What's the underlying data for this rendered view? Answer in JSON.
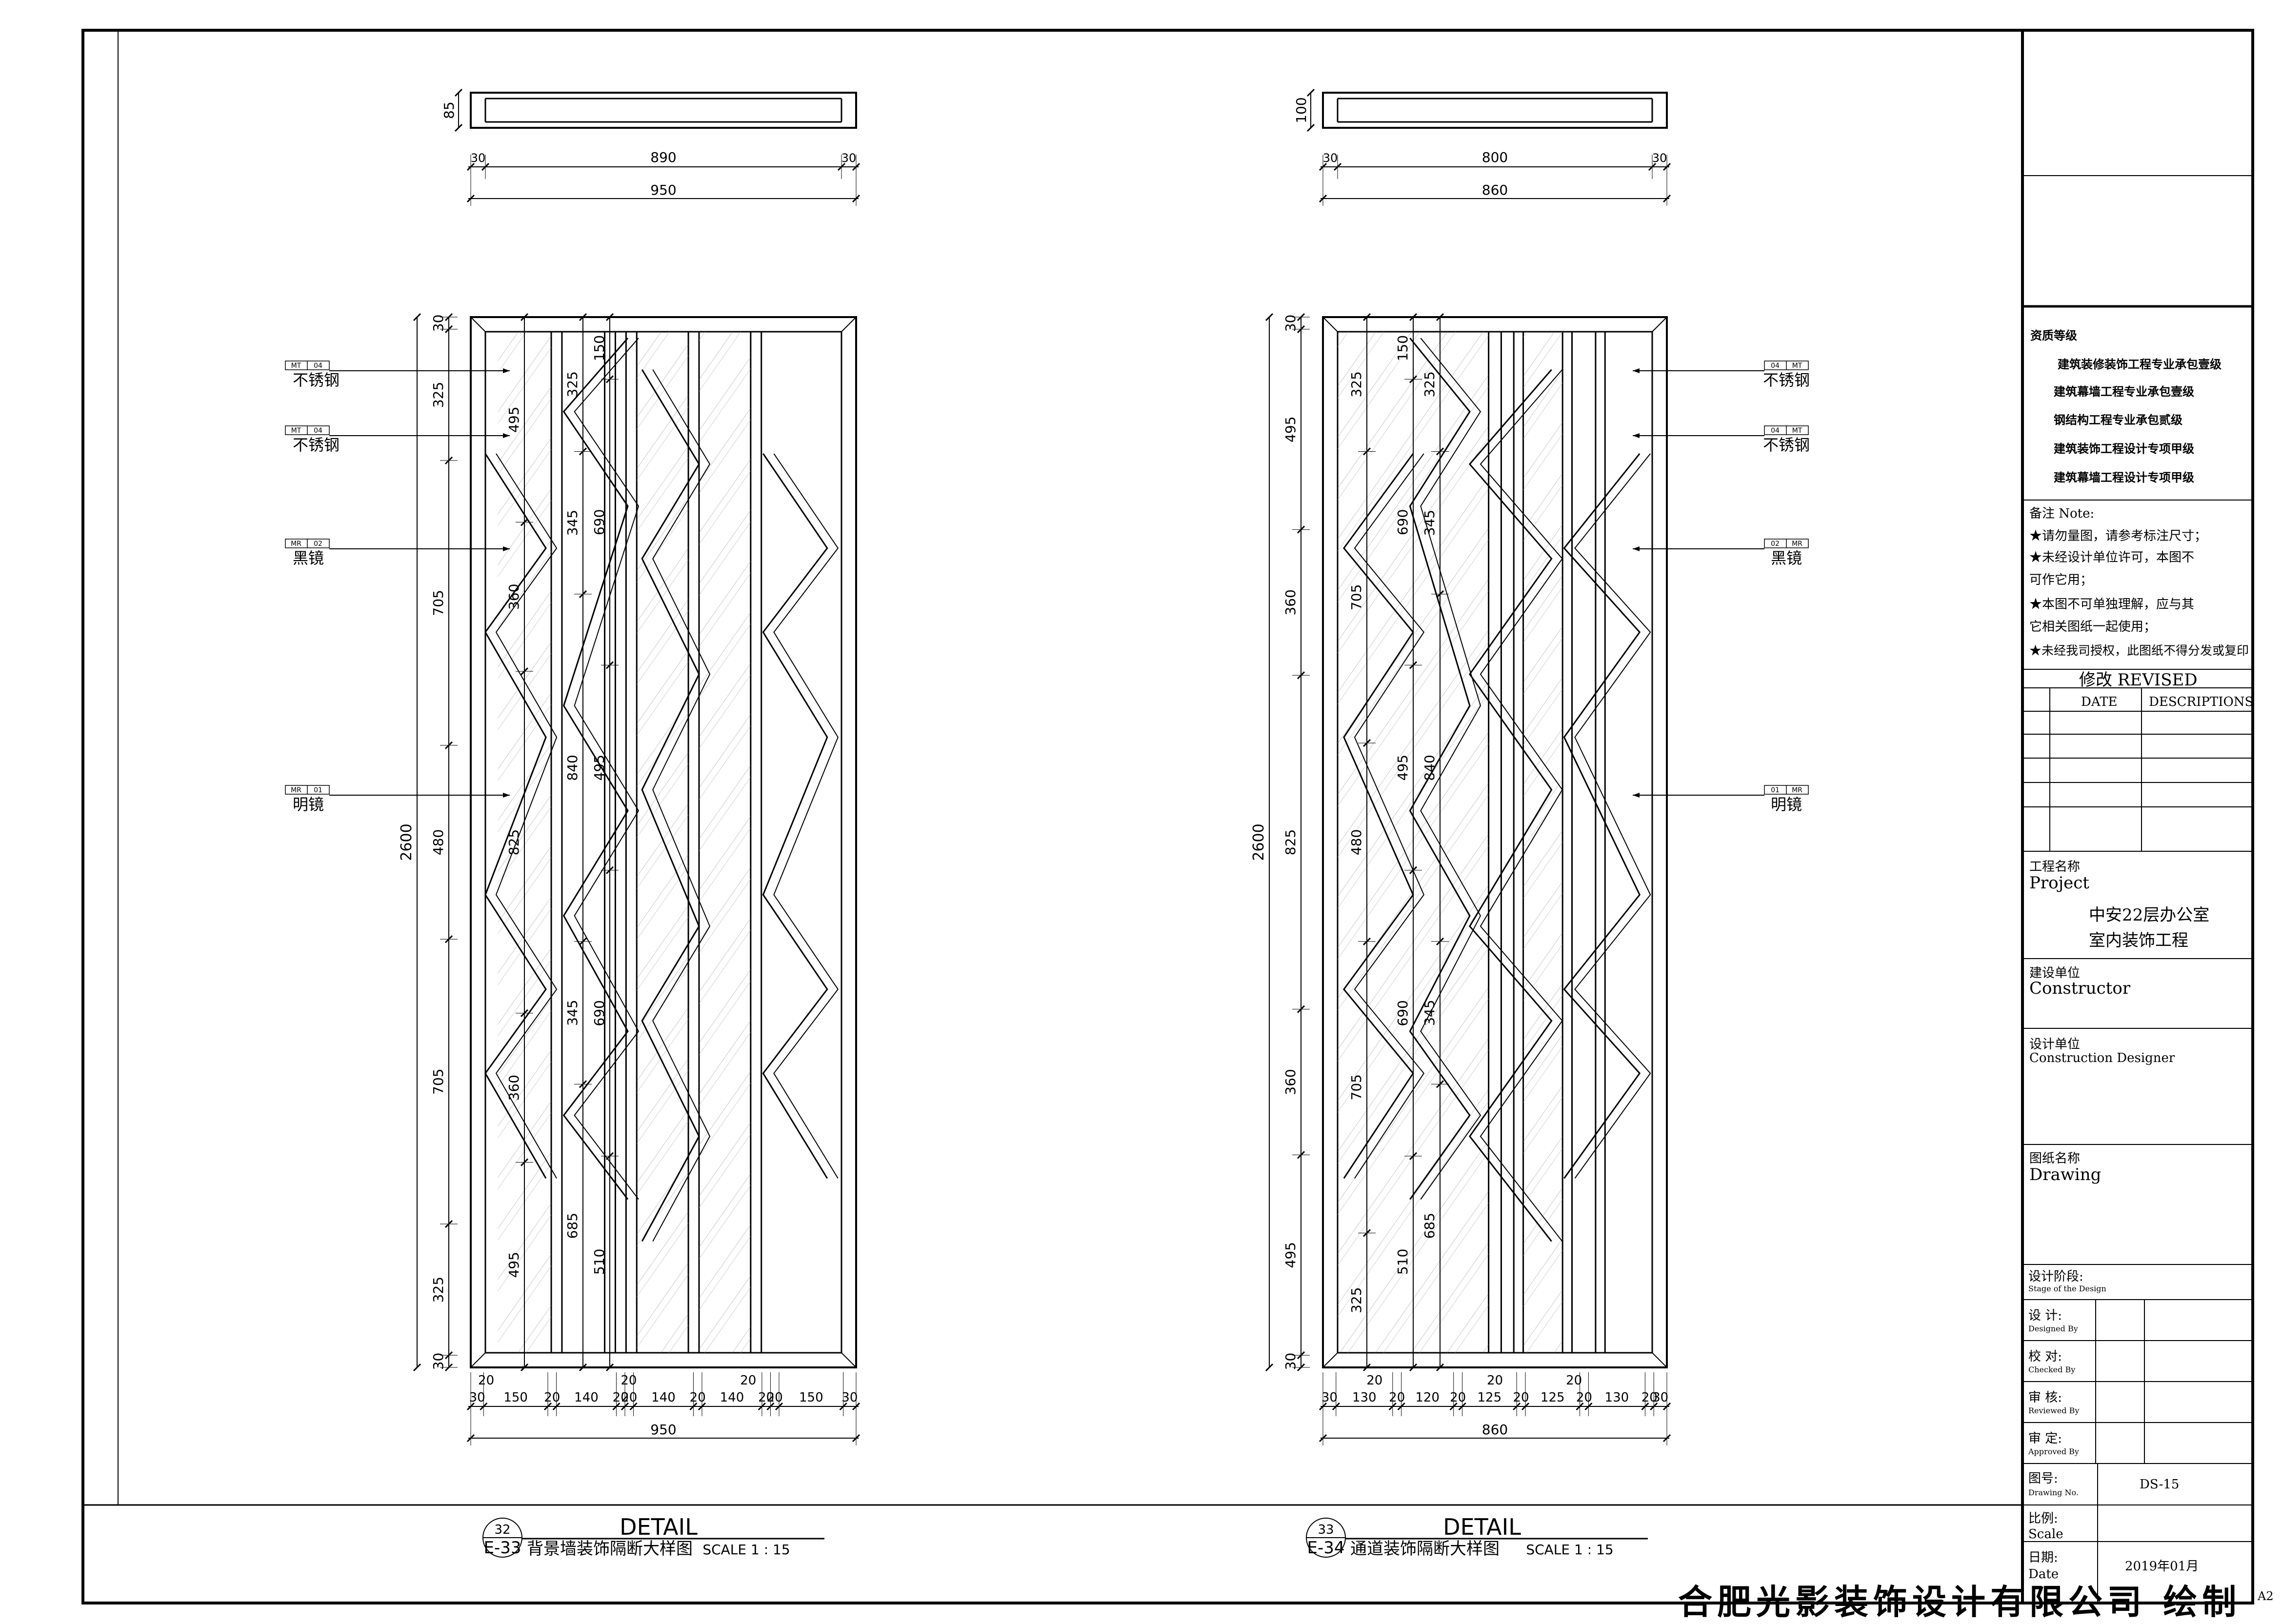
{
  "drawings": [
    {
      "id": "left",
      "panel_height": "2600",
      "top_section": {
        "height": "85",
        "inner": "890",
        "total": "950",
        "edge_left": "30",
        "edge_right": "30"
      },
      "outer_dims": [
        "30",
        "325",
        "705",
        "480",
        "705",
        "325",
        "30"
      ],
      "col_a_dims": [
        "495",
        "360",
        "825",
        "360",
        "495"
      ],
      "col_b_dims": [
        "325",
        "345",
        "840",
        "345",
        "685"
      ],
      "col_c_dims": [
        "150",
        "690",
        "495",
        "690",
        "510"
      ],
      "bottom_dims": [
        "30",
        "150",
        "20",
        "140",
        "20",
        "20",
        "140",
        "20",
        "140",
        "20",
        "20",
        "150",
        "30"
      ],
      "bottom_upper": [
        "20",
        "20",
        "20"
      ],
      "bottom_total": "950",
      "labels": [
        {
          "code1": "MT",
          "code2": "04",
          "text": "不锈钢"
        },
        {
          "code1": "MT",
          "code2": "04",
          "text": "不锈钢"
        },
        {
          "code1": "MR",
          "code2": "02",
          "text": "黑镜"
        },
        {
          "code1": "MR",
          "code2": "01",
          "text": "明镜"
        }
      ],
      "title": {
        "number": "32",
        "sheet": "E-33",
        "caption": "DETAIL",
        "name": "背景墙装饰隔断大样图",
        "scale": "SCALE 1 : 15"
      }
    },
    {
      "id": "right",
      "panel_height": "2600",
      "top_section": {
        "height": "100",
        "inner": "800",
        "total": "860",
        "edge_left": "30",
        "edge_right": "30"
      },
      "outer_dims": [
        "30",
        "495",
        "360",
        "825",
        "360",
        "495",
        "30"
      ],
      "col_a_dims": [
        "325",
        "705",
        "480",
        "705",
        "325"
      ],
      "col_b_dims": [
        "150",
        "690",
        "495",
        "690",
        "510"
      ],
      "col_c_dims": [
        "325",
        "345",
        "840",
        "345",
        "685"
      ],
      "bottom_dims": [
        "30",
        "130",
        "20",
        "120",
        "20",
        "125",
        "20",
        "125",
        "20",
        "130",
        "20",
        "30"
      ],
      "bottom_upper": [
        "20",
        "20",
        "20"
      ],
      "bottom_total": "860",
      "labels": [
        {
          "code1": "04",
          "code2": "MT",
          "text": "不锈钢"
        },
        {
          "code1": "04",
          "code2": "MT",
          "text": "不锈钢"
        },
        {
          "code1": "02",
          "code2": "MR",
          "text": "黑镜"
        },
        {
          "code1": "01",
          "code2": "MR",
          "text": "明镜"
        }
      ],
      "title": {
        "number": "33",
        "sheet": "E-34",
        "caption": "DETAIL",
        "name": "通道装饰隔断大样图",
        "scale": "SCALE 1 : 15"
      }
    }
  ],
  "title_block": {
    "qualification_heading": "资质等级",
    "qualifications": [
      "建筑装修装饰工程专业承包壹级",
      "建筑幕墙工程专业承包壹级",
      "钢结构工程专业承包贰级",
      "建筑装饰工程设计专项甲级",
      "建筑幕墙工程设计专项甲级"
    ],
    "notes_heading": "备注  Note:",
    "notes": [
      "★请勿量图，请参考标注尺寸；",
      "★未经设计单位许可，本图不",
      "可作它用；",
      "★本图不可单独理解，应与其",
      "它相关图纸一起使用；",
      "★未经我司授权，此图纸不得分发或复印"
    ],
    "revised_heading": "修改  REVISED",
    "revised_cols": [
      "DATE",
      "DESCRIPTIONS"
    ],
    "project_label_cn": "工程名称",
    "project_label_en": "Project",
    "project_name_1": "中安22层办公室",
    "project_name_2": "室内装饰工程",
    "constructor_cn": "建设单位",
    "constructor_en": "Constructor",
    "designer_cn": "设计单位",
    "designer_en": "Construction Designer",
    "drawing_cn": "图纸名称",
    "drawing_en": "Drawing",
    "stage_cn": "设计阶段:",
    "stage_en": "Stage of the Design",
    "designed_cn": "设 计:",
    "designed_en": "Designed By",
    "checked_cn": "校 对:",
    "checked_en": "Checked By",
    "reviewed_cn": "审 核:",
    "reviewed_en": "Reviewed By",
    "approved_cn": "审 定:",
    "approved_en": "Approved By",
    "drawing_no_cn": "图号:",
    "drawing_no_en": "Drawing No.",
    "drawing_no": "DS-15",
    "scale_cn": "比例:",
    "scale_en": "Scale",
    "date_cn": "日期:",
    "date_en": "Date",
    "date_value": "2019年01月"
  },
  "footer": {
    "company": "合肥光影装饰设计有限公司 绘制",
    "sheet_size": "A2"
  }
}
